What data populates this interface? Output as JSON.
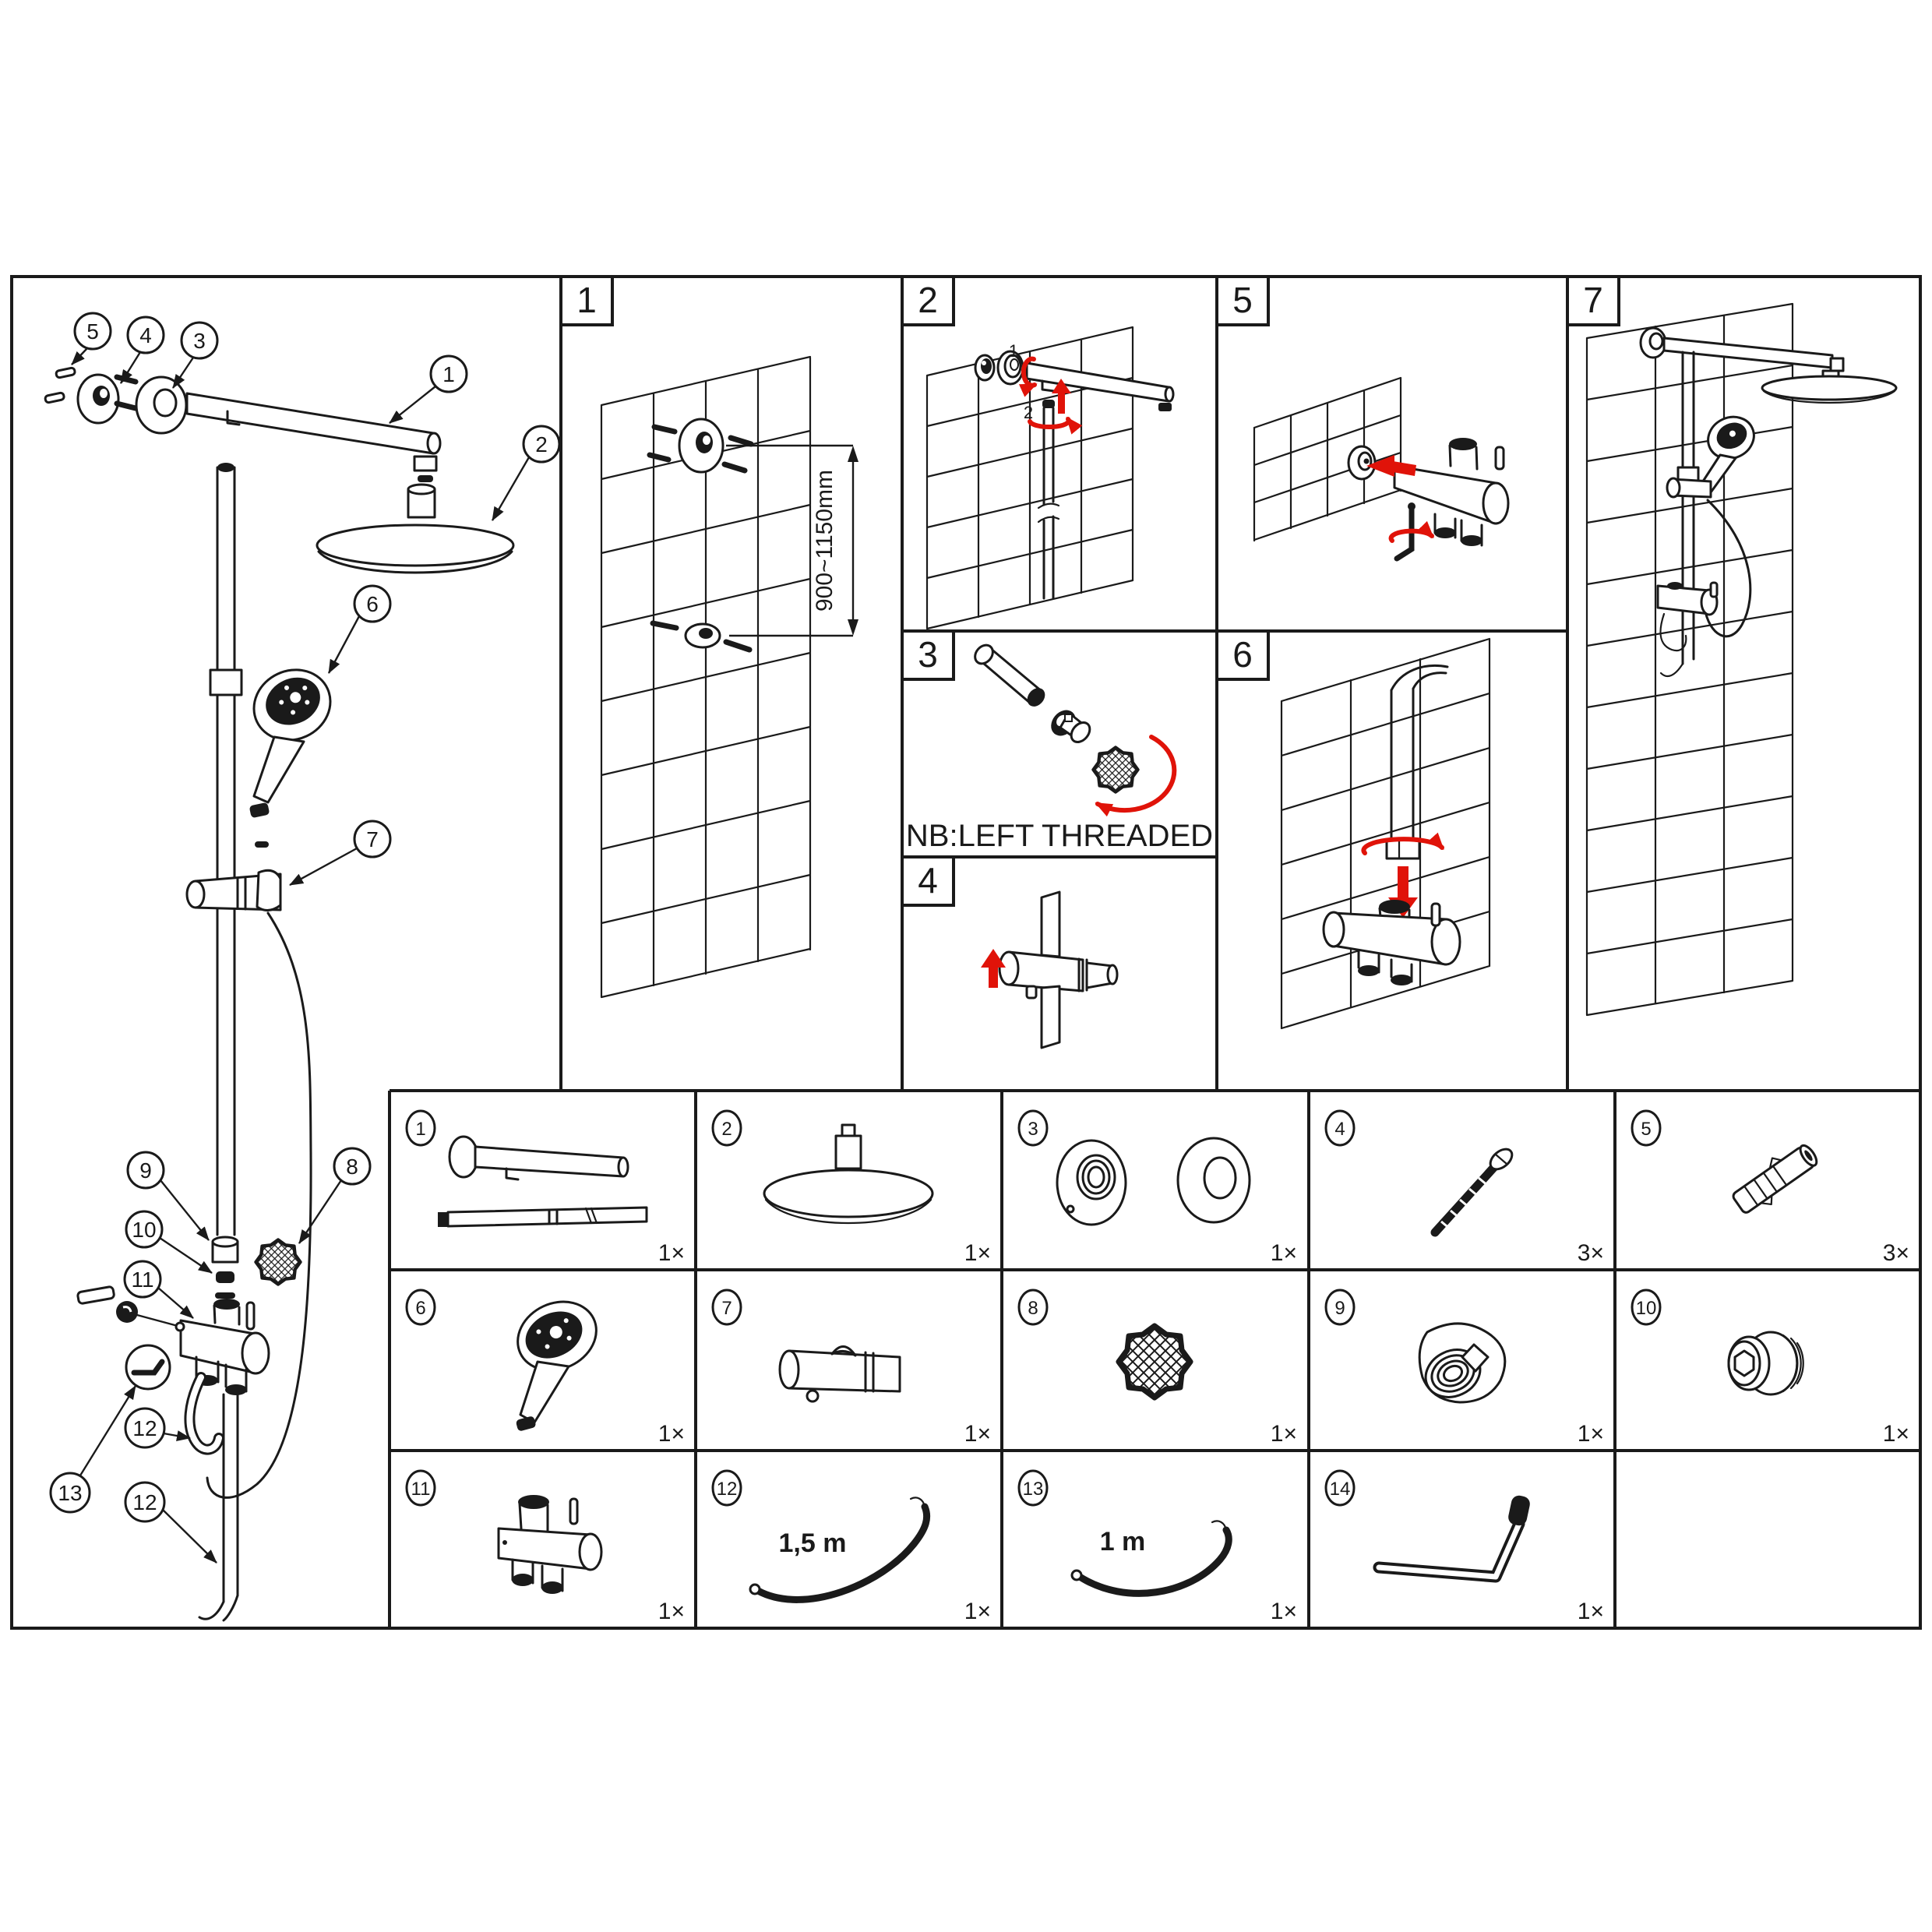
{
  "colors": {
    "line": "#1a1a1a",
    "accent-red": "#e01309",
    "background": "#ffffff"
  },
  "page": {
    "steps": [
      {
        "label": "1"
      },
      {
        "label": "2"
      },
      {
        "label": "3"
      },
      {
        "label": "4"
      },
      {
        "label": "5"
      },
      {
        "label": "6"
      },
      {
        "label": "7"
      }
    ],
    "step1": {
      "dimension": "900~1150mm"
    },
    "step2": {
      "sub1": "1",
      "sub2": "2"
    },
    "step3": {
      "note": "NB:LEFT THREADED"
    },
    "exploded_callouts": {
      "c1": "1",
      "c2": "2",
      "c3": "3",
      "c4": "4",
      "c5": "5",
      "c6": "6",
      "c7": "7",
      "c8": "8",
      "c9": "9",
      "c10": "10",
      "c11": "11",
      "c12a": "12",
      "c12b": "12",
      "c13": "13"
    },
    "parts": [
      {
        "num": "1",
        "name": "shower-arm-with-extension-pipe",
        "qty": "1×"
      },
      {
        "num": "2",
        "name": "rain-shower-head",
        "qty": "1×"
      },
      {
        "num": "3",
        "name": "wall-flange-set",
        "qty": "1×"
      },
      {
        "num": "4",
        "name": "screw",
        "qty": "3×"
      },
      {
        "num": "5",
        "name": "wall-plug",
        "qty": "3×"
      },
      {
        "num": "6",
        "name": "hand-shower",
        "qty": "1×"
      },
      {
        "num": "7",
        "name": "slider-bracket",
        "qty": "1×"
      },
      {
        "num": "8",
        "name": "hand-wheel-knob",
        "qty": "1×"
      },
      {
        "num": "9",
        "name": "coupling-nut",
        "qty": "1×"
      },
      {
        "num": "10",
        "name": "threaded-adapter",
        "qty": "1×"
      },
      {
        "num": "11",
        "name": "diverter-valve",
        "qty": "1×"
      },
      {
        "num": "12",
        "name": "shower-hose-long",
        "length_label": "1,5 m",
        "qty": "1×"
      },
      {
        "num": "13",
        "name": "shower-hose-short",
        "length_label": "1 m",
        "qty": "1×"
      },
      {
        "num": "14",
        "name": "allen-key",
        "qty": "1×"
      }
    ]
  }
}
